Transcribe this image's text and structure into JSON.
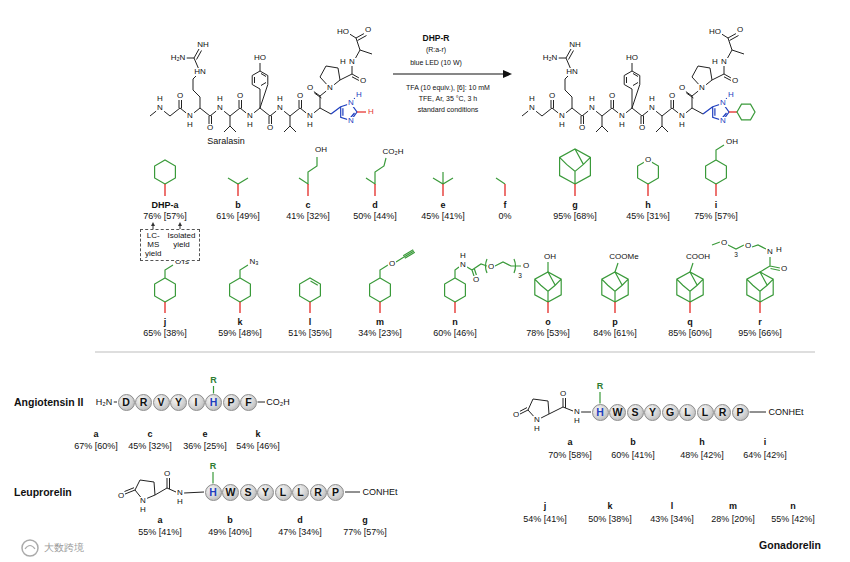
{
  "diagram": {
    "nodes": [
      {
        "text": [
          "LC-MS yield",
          "Isolated yield"
        ]
      },
      {
        "text": [
          "D"
        ]
      },
      {
        "text": [
          "R"
        ]
      },
      {
        "text": [
          "V"
        ]
      },
      {
        "text": [
          "Y"
        ]
      },
      {
        "text": [
          "I"
        ]
      },
      {
        "text": [
          "H"
        ]
      },
      {
        "text": [
          "P"
        ]
      },
      {
        "text": [
          "F"
        ]
      },
      {
        "text": [
          "H"
        ]
      },
      {
        "text": [
          "W"
        ]
      },
      {
        "text": [
          "S"
        ]
      },
      {
        "text": [
          "Y"
        ]
      },
      {
        "text": [
          "L"
        ]
      },
      {
        "text": [
          "L"
        ]
      },
      {
        "text": [
          "R"
        ]
      },
      {
        "text": [
          "P"
        ]
      },
      {
        "text": [
          "H"
        ]
      },
      {
        "text": [
          "W"
        ]
      },
      {
        "text": [
          "S"
        ]
      },
      {
        "text": [
          "Y"
        ]
      },
      {
        "text": [
          "G"
        ]
      },
      {
        "text": [
          "L"
        ]
      },
      {
        "text": [
          "L"
        ]
      },
      {
        "text": [
          "R"
        ]
      },
      {
        "text": [
          "P"
        ]
      }
    ],
    "labels": [
      "N",
      "H",
      "O",
      "N",
      "H",
      "O",
      "N",
      "H",
      "O",
      "N",
      "H",
      "O",
      "N",
      "H",
      "O",
      "N",
      "H",
      "HN",
      "NH",
      "H₂N",
      "HO",
      "O",
      "N",
      "O",
      "N",
      "H",
      "O",
      "HO",
      "N",
      "N",
      "H",
      "H",
      "Saralasin",
      "N",
      "H",
      "O",
      "N",
      "H",
      "O",
      "N",
      "H",
      "O",
      "N",
      "H",
      "O",
      "N",
      "H",
      "O",
      "N",
      "H",
      "HN",
      "NH",
      "H₂N",
      "HO",
      "O",
      "N",
      "O",
      "N",
      "H",
      "O",
      "HO",
      "N",
      "N",
      "H",
      "DHP-R",
      "(R:a-r)",
      "blue LED (10 W)",
      "TFA (10 equiv.), [6]: 10 mM",
      "TFE, Ar, 35 °C, 3 h",
      "standard conditions",
      "DHP-a",
      "76% [57%]",
      "b",
      "61% [49%]",
      "OH",
      "c",
      "41% [32%]",
      "CO₂H",
      "d",
      "50% [44%]",
      "e",
      "45% [41%]",
      "f",
      "0%",
      "g",
      "95% [68%]",
      "O",
      "h",
      "45% [31%]",
      "OH",
      "i",
      "75% [57%]",
      "OTs",
      "j",
      "65% [38%]",
      "N₃",
      "k",
      "59% [48%]",
      "l",
      "51% [35%]",
      "O",
      "m",
      "34% [23%]",
      "N",
      "H",
      "O",
      "O",
      "3",
      "O",
      "n",
      "60% [46%]",
      "OH",
      "o",
      "78% [53%]",
      "COOMe",
      "p",
      "84% [61%]",
      "COOH",
      "q",
      "85% [60%]",
      "O",
      "N",
      "H",
      "O",
      "3",
      "O",
      "r",
      "95% [66%]",
      "Angiotensin II",
      "H₂N",
      "CO₂H",
      "R",
      "a",
      "67% [60%]",
      "c",
      "45% [32%]",
      "e",
      "36% [25%]",
      "k",
      "54% [46%]",
      "Leuprorelin",
      "O",
      "N",
      "H",
      "O",
      "N",
      "H",
      "CONHEt",
      "R",
      "a",
      "55% [41%]",
      "b",
      "49% [40%]",
      "d",
      "47% [34%]",
      "g",
      "77% [57%]",
      "O",
      "N",
      "H",
      "O",
      "N",
      "H",
      "CONHEt",
      "R",
      "a",
      "70% [58%]",
      "b",
      "60% [41%]",
      "h",
      "48% [42%]",
      "i",
      "64% [42%]",
      "j",
      "54% [41%]",
      "k",
      "50% [38%]",
      "l",
      "43% [34%]",
      "m",
      "28% [20%]",
      "n",
      "55% [42%]",
      "Gonadorelin",
      "大数跨境"
    ]
  }
}
